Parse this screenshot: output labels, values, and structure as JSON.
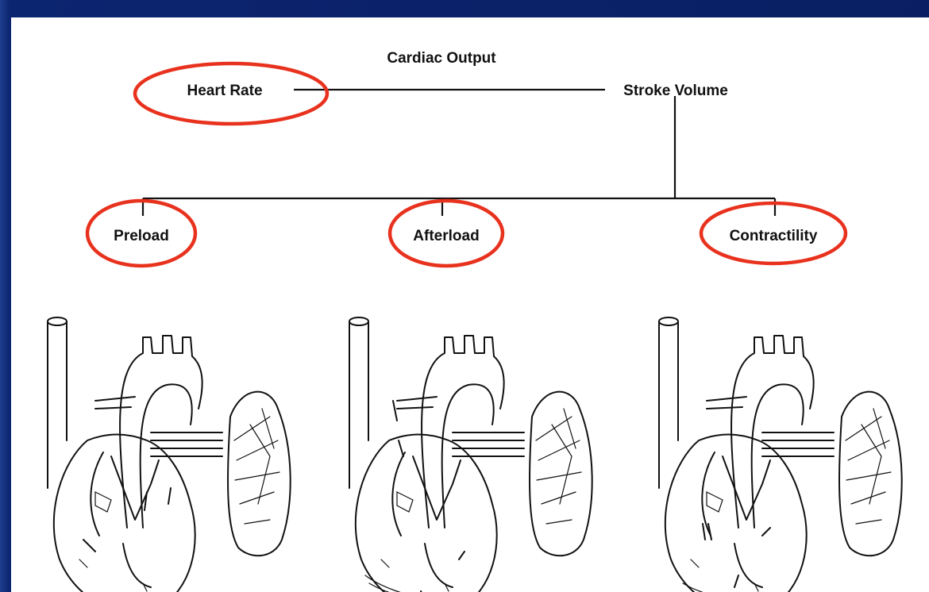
{
  "diagram": {
    "root_label": "Cardiac Output",
    "left_branch_label": "Heart Rate",
    "right_branch_label": "Stroke Volume",
    "determinants": [
      "Preload",
      "Afterload",
      "Contractility"
    ]
  },
  "colors": {
    "background": "#0f2a78",
    "slide": "#ffffff",
    "highlight_circle": "#e8321e",
    "ink": "#111111"
  },
  "icons": [
    "heart-illustration-preload",
    "heart-illustration-afterload",
    "heart-illustration-contractility"
  ]
}
